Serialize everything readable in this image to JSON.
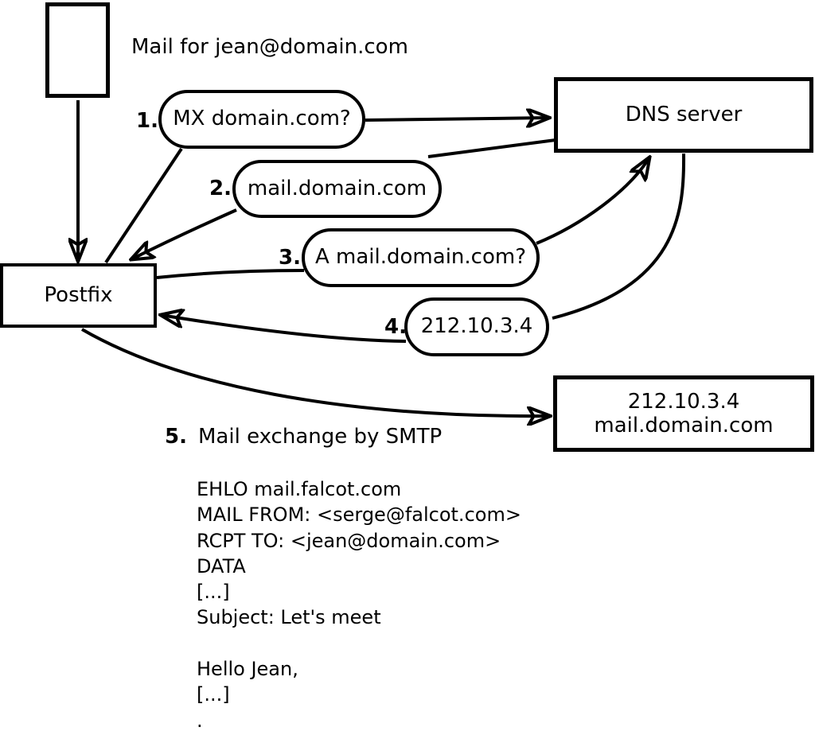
{
  "colors": {
    "stroke": "#000000",
    "background": "#ffffff"
  },
  "diagram": {
    "title": "Mail for jean@domain.com",
    "nodes": {
      "dns_server": {
        "label": "DNS server"
      },
      "postfix": {
        "label": "Postfix"
      },
      "mail_server": {
        "line1": "212.10.3.4",
        "line2": "mail.domain.com"
      }
    },
    "steps": [
      {
        "num": "1.",
        "label": "MX domain.com?"
      },
      {
        "num": "2.",
        "label": "mail.domain.com"
      },
      {
        "num": "3.",
        "label": "A mail.domain.com?"
      },
      {
        "num": "4.",
        "label": "212.10.3.4"
      },
      {
        "num": "5.",
        "label": "Mail exchange by SMTP"
      }
    ],
    "smtp_session": {
      "lines": [
        "EHLO mail.falcot.com",
        "MAIL FROM: <serge@falcot.com>",
        "RCPT TO: <jean@domain.com>",
        "DATA",
        "[...]",
        "Subject: Let's meet",
        "",
        "Hello Jean,",
        "[...]",
        "."
      ]
    }
  }
}
